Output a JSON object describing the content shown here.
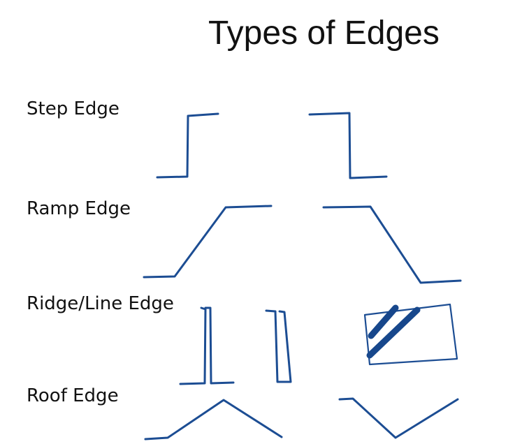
{
  "title": "Types of Edges",
  "rows": [
    {
      "id": "step",
      "label": "Step Edge"
    },
    {
      "id": "ramp",
      "label": "Ramp Edge"
    },
    {
      "id": "ridge",
      "label": "Ridge/Line Edge"
    },
    {
      "id": "roof",
      "label": "Roof Edge"
    }
  ],
  "ink_color": "#1c4d93"
}
